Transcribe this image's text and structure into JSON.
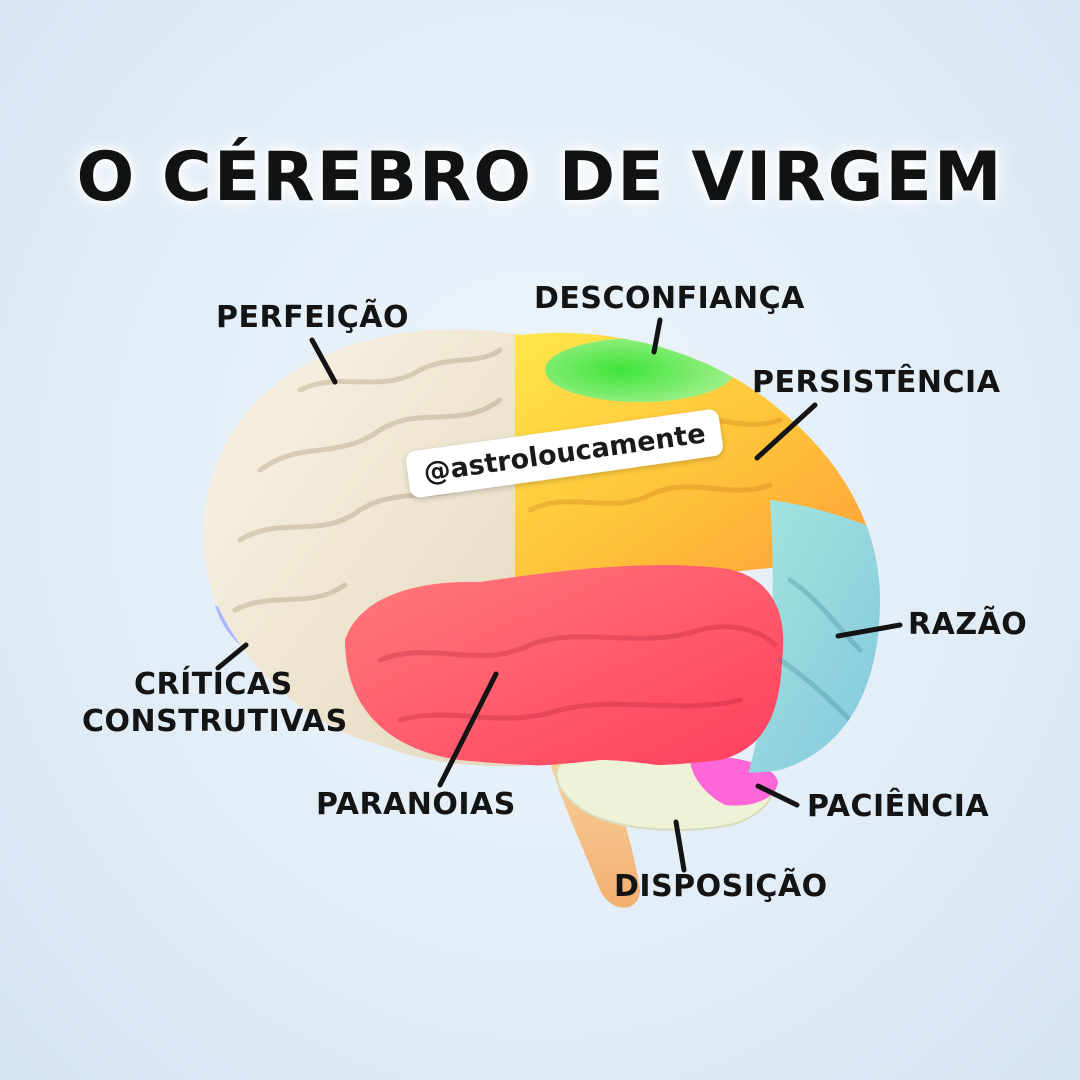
{
  "title": "O CÉREBRO DE VIRGEM",
  "watermark": "@astroloucamente",
  "labels": {
    "perfeicao": "PERFEIÇÃO",
    "desconfianca": "DESCONFIANÇA",
    "persistencia": "PERSISTÊNCIA",
    "razao": "RAZÃO",
    "criticas": [
      "CRÍTICAS",
      "CONSTRUTIVAS"
    ],
    "paranoias": "PARANOIAS",
    "paciencia": "PACIÊNCIA",
    "disposicao": "DISPOSIÇÃO"
  },
  "region_colors": {
    "frontal": "#f3ead8",
    "parietal": "#ffc23a",
    "top_green": "#5fe05a",
    "temporal": "#ff5a66",
    "occipital": "#8fd6dc",
    "orbital": "#a9b6ff",
    "cerebellum": "#eef2d6",
    "pink_patch": "#ff4fd8",
    "brainstem": "#f6c48a"
  }
}
